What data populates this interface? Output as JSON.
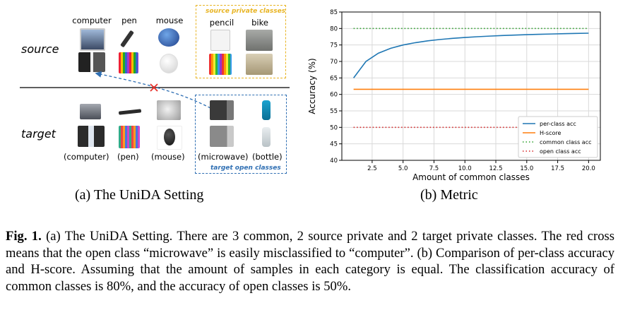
{
  "setting": {
    "source_label": "source",
    "target_label": "target",
    "source_classes": [
      "computer",
      "pen",
      "mouse"
    ],
    "source_private_title": "source private classes",
    "source_private_classes": [
      "pencil",
      "bike"
    ],
    "target_labels": [
      "(computer)",
      "(pen)",
      "(mouse)"
    ],
    "target_open_labels": [
      "(microwave)",
      "(bottle)"
    ],
    "target_open_title": "target open classes",
    "colors": {
      "source_private_box": "#e8b423",
      "target_open_box": "#2f6fb3",
      "cross": "#e8312b",
      "arrow": "#2f6fb3"
    }
  },
  "subcaptions": {
    "a": "(a) The UniDA Setting",
    "b": "(b) Metric"
  },
  "caption": {
    "fig": "Fig. 1.",
    "text": "(a) The UniDA Setting. There are 3 common, 2 source private and 2 target private classes. The red cross means that the open class “microwave” is easily misclassified to “computer”. (b) Comparison of per-class accuracy and H-score. Assuming that the amount of samples in each category is equal. The classification accuracy of common classes is 80%, and the accuracy of open classes is 50%."
  },
  "chart_data": {
    "type": "line",
    "xlabel": "Amount of common classes",
    "ylabel": "Accuracy (%)",
    "xlim": [
      0.05,
      20.95
    ],
    "ylim": [
      40,
      85
    ],
    "xticks": [
      2.5,
      5.0,
      7.5,
      10.0,
      12.5,
      15.0,
      17.5,
      20.0
    ],
    "xtick_labels": [
      "2.5",
      "5.0",
      "7.5",
      "10.0",
      "12.5",
      "15.0",
      "17.5",
      "20.0"
    ],
    "yticks": [
      40,
      45,
      50,
      55,
      60,
      65,
      70,
      75,
      80,
      85
    ],
    "grid": true,
    "legend_position": "lower-right",
    "series": [
      {
        "name": "per-class acc",
        "color": "#1f77b4",
        "style": "solid",
        "x": [
          1,
          2,
          3,
          4,
          5,
          6,
          7,
          8,
          9,
          10,
          11,
          12,
          13,
          14,
          15,
          16,
          17,
          18,
          19,
          20
        ],
        "values": [
          65.0,
          70.0,
          72.5,
          74.0,
          75.0,
          75.7,
          76.25,
          76.67,
          77.0,
          77.27,
          77.5,
          77.69,
          77.86,
          78.0,
          78.13,
          78.24,
          78.33,
          78.42,
          78.5,
          78.57
        ]
      },
      {
        "name": "H-score",
        "color": "#ff7f0e",
        "style": "solid",
        "x": [
          1,
          20
        ],
        "values": [
          61.54,
          61.54
        ]
      },
      {
        "name": "common class acc",
        "color": "#2ca02c",
        "style": "dotted",
        "x": [
          1,
          20
        ],
        "values": [
          80,
          80
        ]
      },
      {
        "name": "open class acc",
        "color": "#d62728",
        "style": "dotted",
        "x": [
          1,
          20
        ],
        "values": [
          50,
          50
        ]
      }
    ]
  }
}
